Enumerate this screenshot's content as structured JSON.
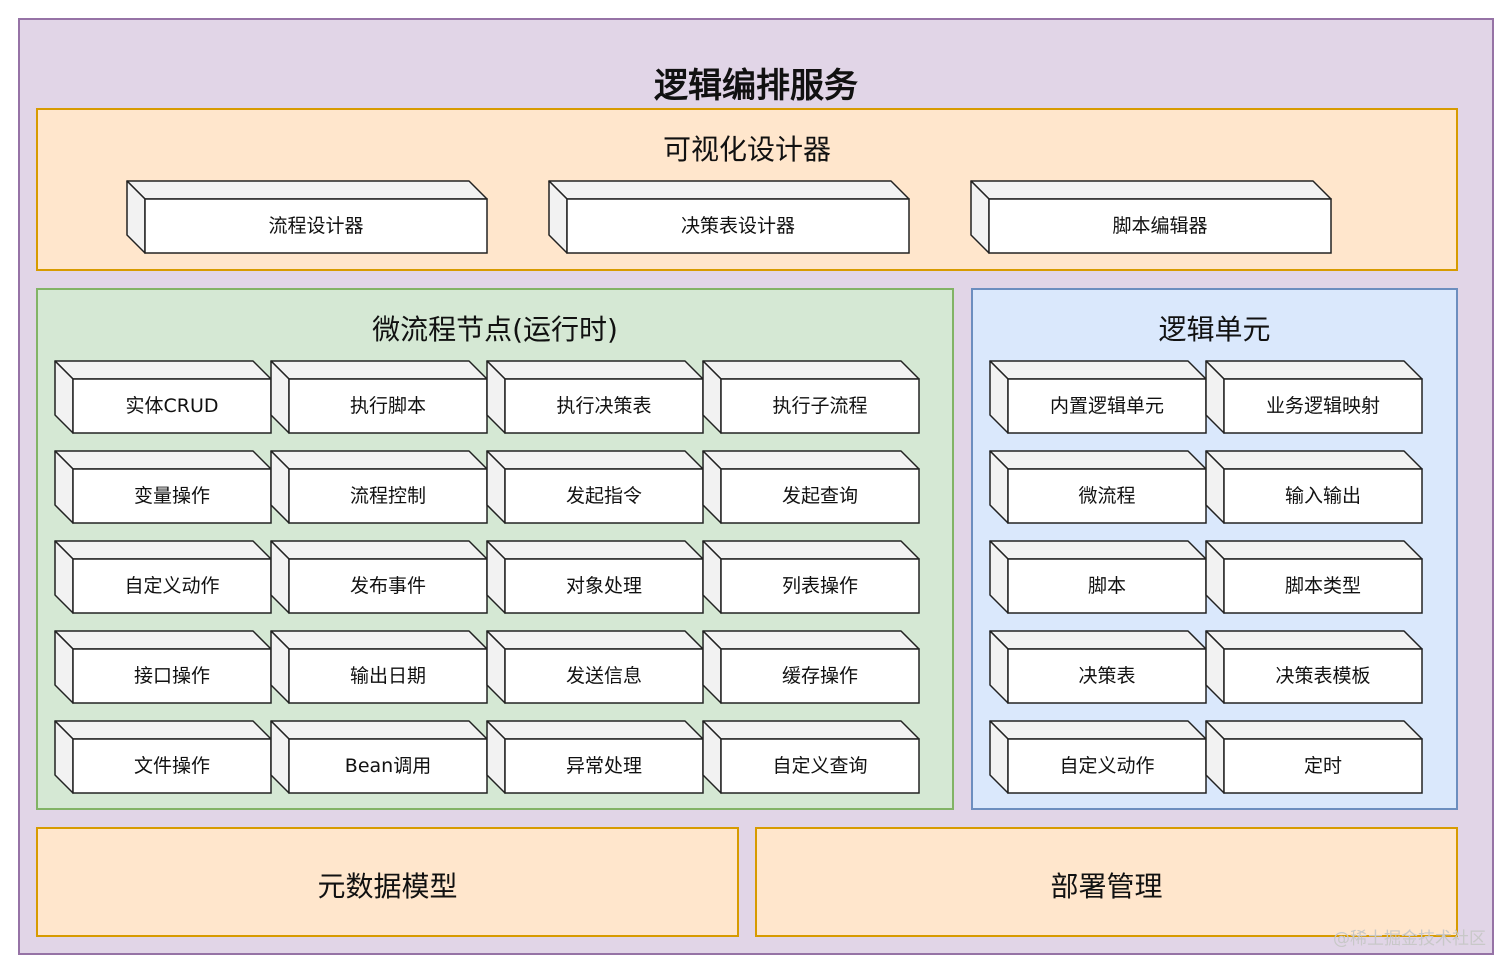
{
  "title": "逻辑编排服务",
  "designer": {
    "title": "可视化设计器",
    "items": [
      "流程设计器",
      "决策表设计器",
      "脚本编辑器"
    ]
  },
  "nodes": {
    "title": "微流程节点(运行时)",
    "items": [
      "实体CRUD",
      "执行脚本",
      "执行决策表",
      "执行子流程",
      "变量操作",
      "流程控制",
      "发起指令",
      "发起查询",
      "自定义动作",
      "发布事件",
      "对象处理",
      "列表操作",
      "接口操作",
      "输出日期",
      "发送信息",
      "缓存操作",
      "文件操作",
      "Bean调用",
      "异常处理",
      "自定义查询"
    ]
  },
  "units": {
    "title": "逻辑单元",
    "items": [
      "内置逻辑单元",
      "业务逻辑映射",
      "微流程",
      "输入输出",
      "脚本",
      "脚本类型",
      "决策表",
      "决策表模板",
      "自定义动作",
      "定时"
    ]
  },
  "bottom": {
    "meta": "元数据模型",
    "deploy": "部署管理"
  },
  "watermark": "@稀土掘金技术社区",
  "colors": {
    "outer_fill": "#e1d5e7",
    "outer_stroke": "#9673a6",
    "orange_fill": "#ffe6cc",
    "orange_stroke": "#d79b00",
    "green_fill": "#d5e8d4",
    "green_stroke": "#82b366",
    "blue_fill": "#dae8fc",
    "blue_stroke": "#6c8ebf",
    "box_side": "#f2f2f2"
  }
}
